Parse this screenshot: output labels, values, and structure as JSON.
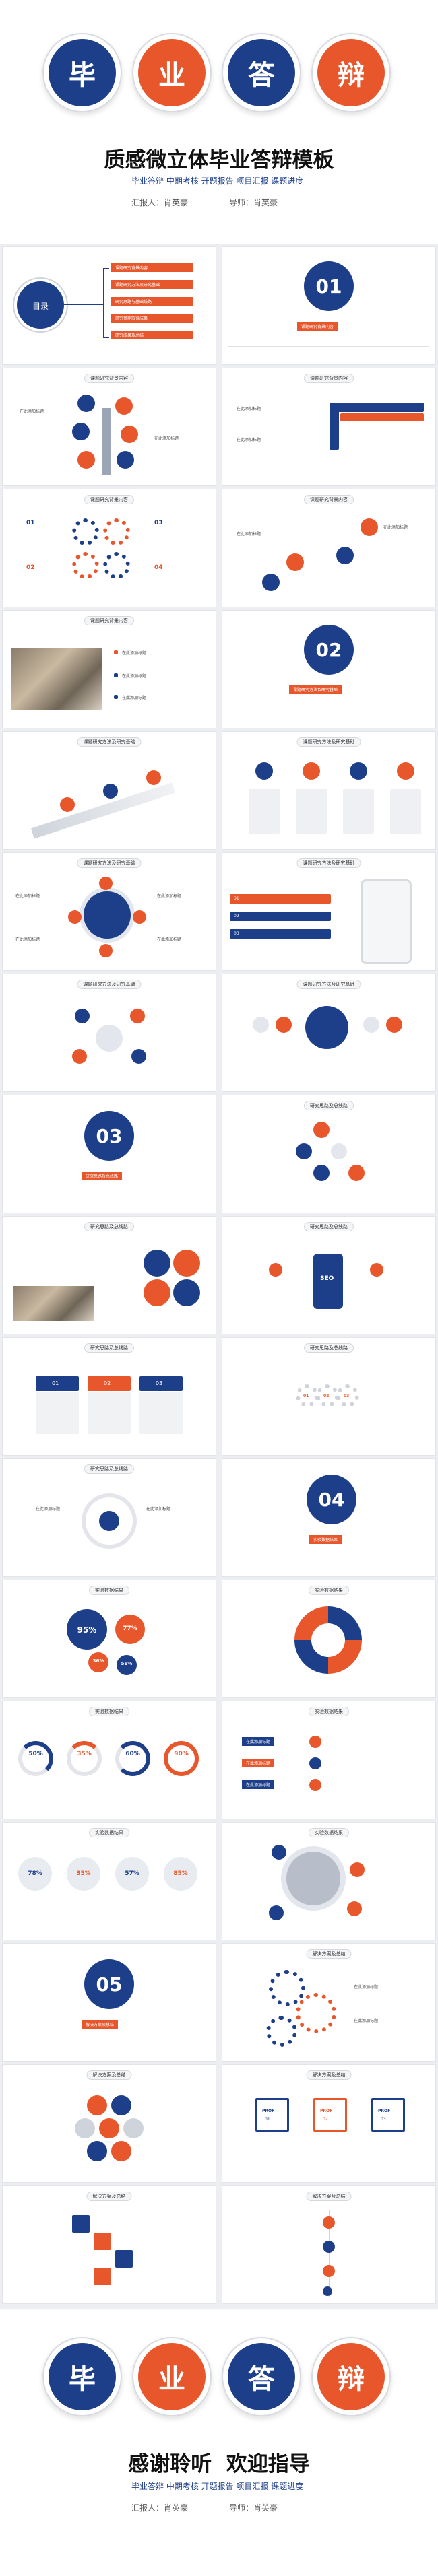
{
  "cover": {
    "chars": [
      "毕",
      "业",
      "答",
      "辩"
    ],
    "title": "质感微立体毕业答辩模板",
    "subtitle": "毕业答辩 中期考核 开题报告 项目汇报 课题进度",
    "reporter": "汇报人：肖英豪",
    "mentor": "导师：肖英豪"
  },
  "toc": {
    "title": "目录",
    "items": [
      "课题研究背景内容",
      "课题研究方法及研究基础",
      "研究思路与基础线路",
      "研究预期取得成果",
      "研究成果及总结"
    ]
  },
  "sections": [
    {
      "num": "01",
      "label": "课题研究背景内容"
    },
    {
      "num": "02",
      "label": "课题研究方法及研究基础"
    },
    {
      "num": "03",
      "label": "研究思路及总线路"
    },
    {
      "num": "04",
      "label": "实验数据结果"
    },
    {
      "num": "05",
      "label": "解决方案及总结"
    }
  ],
  "slide_titles": {
    "s1": "课题研究背景内容",
    "s2": "课题研究背景内容",
    "s3": "课题研究背景内容",
    "s4": "课题研究背景内容",
    "s5": "课题研究背景内容",
    "s6": "课题研究方法及研究基础",
    "s7": "课题研究方法及研究基础",
    "s8": "课题研究方法及研究基础",
    "s9": "课题研究方法及研究基础",
    "s10": "课题研究方法及研究基础",
    "s11": "课题研究方法及研究基础",
    "s12": "研究思路及总线路",
    "s13": "研究思路及总线路",
    "s14": "研究思路及总线路",
    "s15": "研究思路及总线路",
    "s16": "研究思路及总线路",
    "s17": "研究思路及总线路",
    "s18": "实验数据结果",
    "s19": "实验数据结果",
    "s20": "实验数据结果",
    "s21": "实验数据结果",
    "s22": "实验数据结果",
    "s23": "实验数据结果",
    "s24": "解决方案及总结",
    "s25": "解决方案及总结",
    "s26": "解决方案及总结",
    "s27": "解决方案及总结"
  },
  "nums": [
    "01",
    "02",
    "03",
    "04"
  ],
  "add_title": "在此添加标题",
  "percents_a": [
    "95%",
    "77%",
    "36%",
    "56%"
  ],
  "percents_b": [
    "78%",
    "35%",
    "57%",
    "85%"
  ],
  "percents_c": [
    "50%",
    "35%",
    "60%",
    "90%"
  ],
  "prof": [
    "PROF",
    "PROF",
    "PROF"
  ],
  "seo": "SEO",
  "ending": {
    "chars": [
      "毕",
      "业",
      "答",
      "辩"
    ],
    "title": "感谢聆听  欢迎指导",
    "subtitle": "毕业答辩 中期考核 开题报告 项目汇报 课题进度",
    "reporter": "汇报人：肖英豪",
    "mentor": "导师：肖英豪"
  }
}
